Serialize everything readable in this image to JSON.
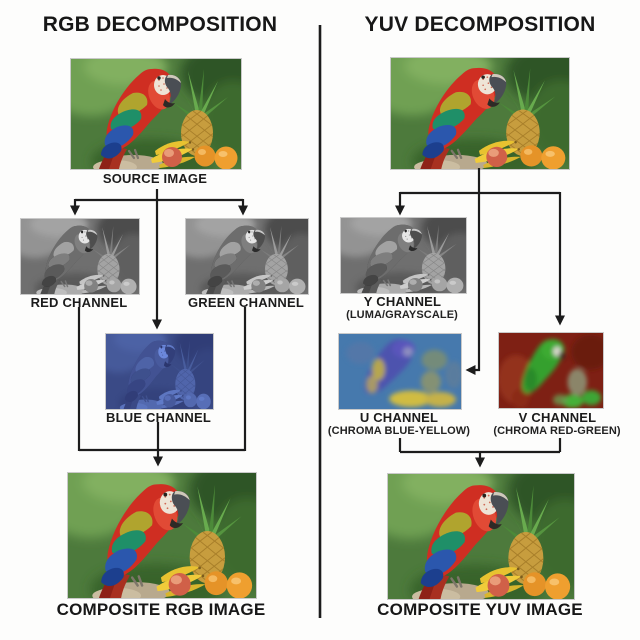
{
  "titles": {
    "left": "RGB DECOMPOSITION",
    "right": "YUV DECOMPOSITION"
  },
  "rgb": {
    "source_label": "SOURCE IMAGE",
    "red_label": "RED CHANNEL",
    "green_label": "GREEN CHANNEL",
    "blue_label": "BLUE CHANNEL",
    "composite_label": "COMPOSITE RGB IMAGE"
  },
  "yuv": {
    "y_label": "Y CHANNEL",
    "y_sublabel": "(LUMA/GRAYSCALE)",
    "u_label": "U CHANNEL",
    "u_sublabel": "(CHROMA BLUE-YELLOW)",
    "v_label": "V CHANNEL",
    "v_sublabel": "(CHROMA RED-GREEN)",
    "composite_label": "COMPOSITE YUV IMAGE"
  },
  "colors": {
    "line": "#1c1c1c",
    "background": "#fdfdfc",
    "blue_channel_tint": "#1a2a9c",
    "u_channel_bg": "#4679ad",
    "v_channel_bg": "#7e2014"
  }
}
